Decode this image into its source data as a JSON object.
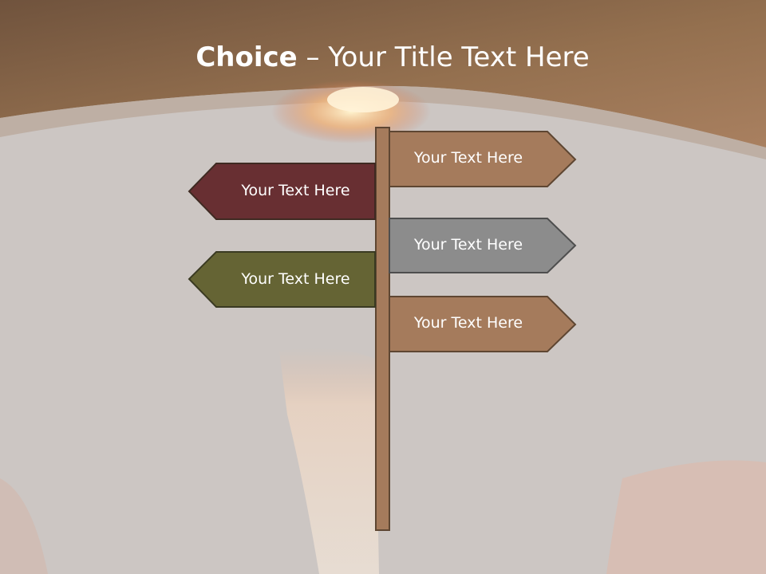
{
  "slide": {
    "title_bold": "Choice",
    "title_rest": " – Your Title Text Here"
  },
  "signs": [
    {
      "label": "Your Text Here",
      "direction": "right",
      "color": "#a57b5c"
    },
    {
      "label": "Your Text Here",
      "direction": "left",
      "color": "#682f32"
    },
    {
      "label": "Your Text Here",
      "direction": "right",
      "color": "#8c8c8c"
    },
    {
      "label": "Your Text Here",
      "direction": "left",
      "color": "#656434"
    },
    {
      "label": "Your Text Here",
      "direction": "right",
      "color": "#a57b5c"
    }
  ],
  "colors": {
    "header_brown": "#8f6a4f",
    "post": "#a57b5c",
    "background": "#ccc6c3"
  }
}
